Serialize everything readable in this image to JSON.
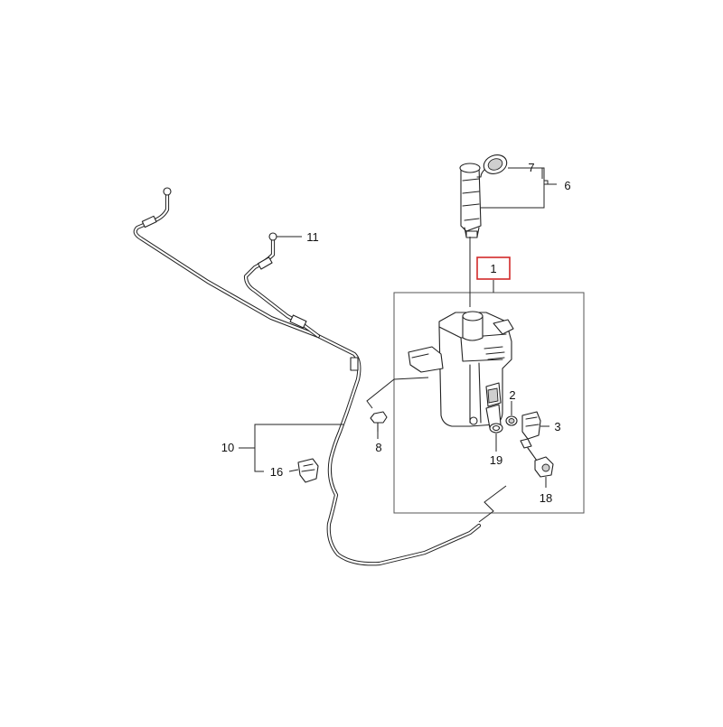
{
  "diagram": {
    "callouts": {
      "c1": "1",
      "c2": "2",
      "c3": "3",
      "c6": "6",
      "c7": "7",
      "c8": "8",
      "c10": "10",
      "c11": "11",
      "c16": "16",
      "c18": "18",
      "c19": "19"
    },
    "highlight_color": "#d22a2a"
  }
}
